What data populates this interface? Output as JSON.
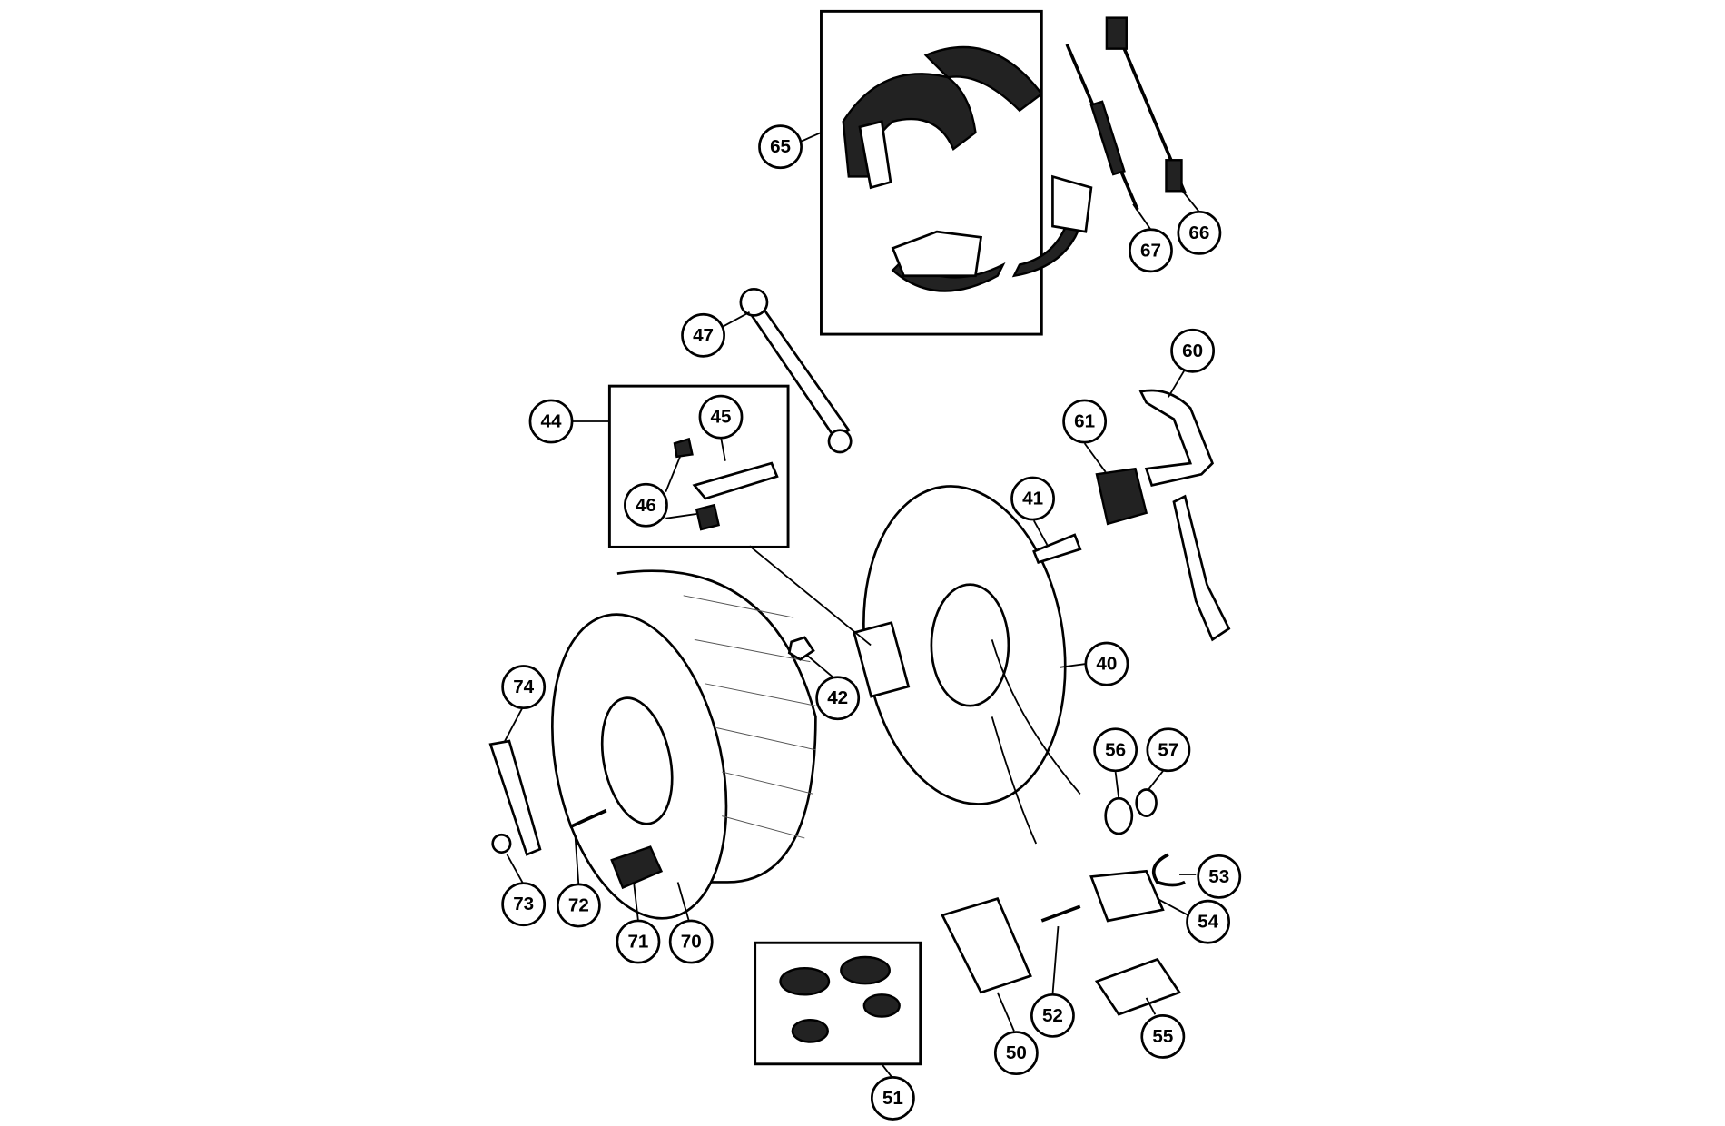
{
  "diagram": {
    "type": "exploded parts diagram - drum brake assembly",
    "callouts": [
      "40",
      "41",
      "42",
      "44",
      "45",
      "46",
      "47",
      "50",
      "51",
      "52",
      "53",
      "54",
      "55",
      "56",
      "57",
      "60",
      "61",
      "65",
      "66",
      "67",
      "70",
      "71",
      "72",
      "73",
      "74"
    ]
  }
}
